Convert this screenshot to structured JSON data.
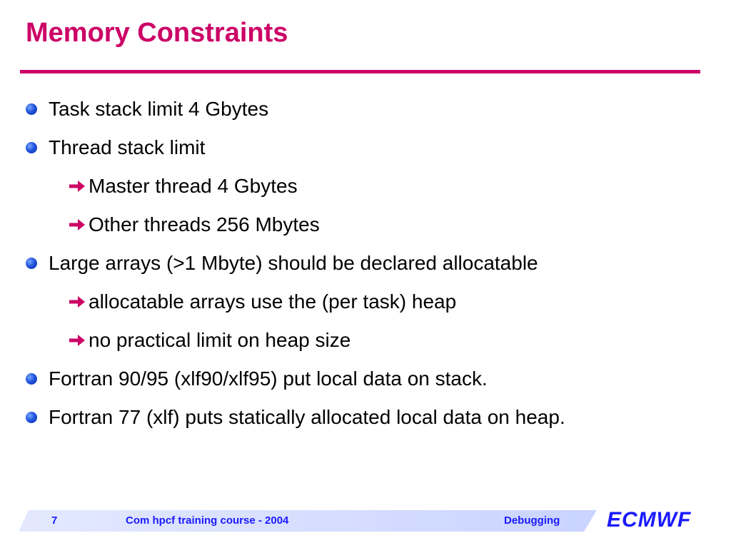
{
  "slide": {
    "title": "Memory Constraints",
    "bullets": [
      {
        "level": 1,
        "text": "Task stack limit 4 Gbytes"
      },
      {
        "level": 1,
        "text": "Thread stack limit"
      },
      {
        "level": 2,
        "text": "Master thread 4 Gbytes"
      },
      {
        "level": 2,
        "text": "Other threads 256 Mbytes"
      },
      {
        "level": 1,
        "text": "Large arrays (>1 Mbyte) should be declared allocatable"
      },
      {
        "level": 2,
        "text": "allocatable arrays use the (per task) heap"
      },
      {
        "level": 2,
        "text": "no practical limit on heap size"
      },
      {
        "level": 1,
        "text": "Fortran 90/95 (xlf90/xlf95) put local data on stack."
      },
      {
        "level": 1,
        "text": "Fortran 77 (xlf) puts statically allocated local data on heap."
      }
    ]
  },
  "footer": {
    "page_number": "7",
    "course": "Com hpcf training course - 2004",
    "section": "Debugging",
    "logo": "ECMWF"
  },
  "colors": {
    "title": "#cc0066",
    "bullet": "#2255dd",
    "arrow": "#cc0066",
    "footer_band": "#dfe6ff",
    "footer_text": "#1a1aff"
  },
  "icons": {
    "level1": "blue-sphere-bullet-icon",
    "level2": "magenta-arrow-bullet-icon"
  }
}
